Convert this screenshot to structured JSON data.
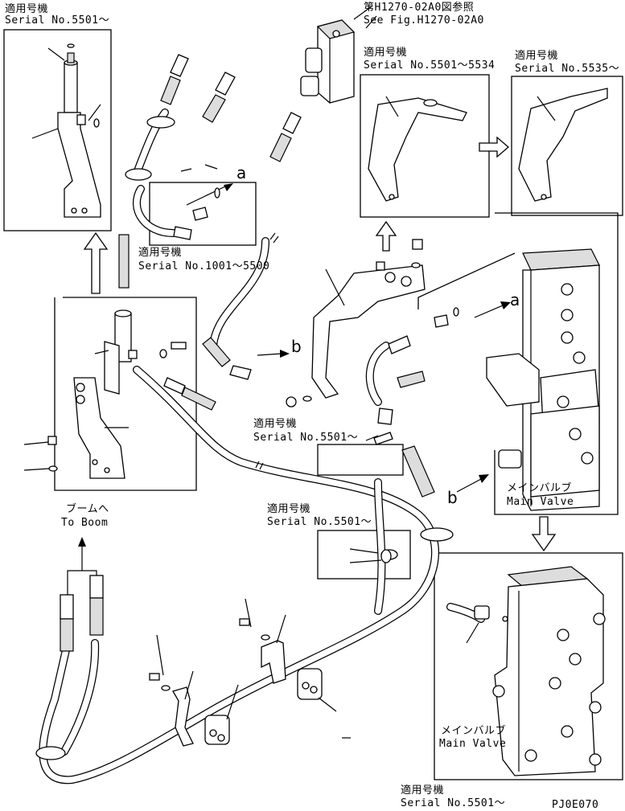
{
  "labels": {
    "top_left_jp": "適用号機",
    "top_left_serial": "Serial No.5501〜",
    "see_fig_jp": "第H1270-02A0図参照",
    "see_fig_en": "See Fig.H1270-02A0",
    "mid_jp": "適用号機",
    "mid_serial": "Serial No.5501〜5534",
    "right_jp": "適用号機",
    "right_serial": "Serial No.5535〜",
    "inset_jp": "適用号機",
    "inset_serial": "Serial No.1001〜5500",
    "center_jp": "適用号機",
    "center_serial": "Serial No.5501〜",
    "clamp_jp": "適用号機",
    "clamp_serial": "Serial No.5501〜",
    "bottom_jp": "適用号機",
    "bottom_serial": "Serial No.5501〜",
    "to_boom_jp": "ブームへ",
    "to_boom_en": "To Boom",
    "main_valve_jp_1": "メインバルブ",
    "main_valve_en_1": "Main Valve",
    "main_valve_jp_2": "メインバルブ",
    "main_valve_en_2": "Main Valve",
    "ref_a_1": "a",
    "ref_a_2": "a",
    "ref_b_1": "b",
    "ref_b_2": "b",
    "drawing_code": "PJ0E070"
  }
}
